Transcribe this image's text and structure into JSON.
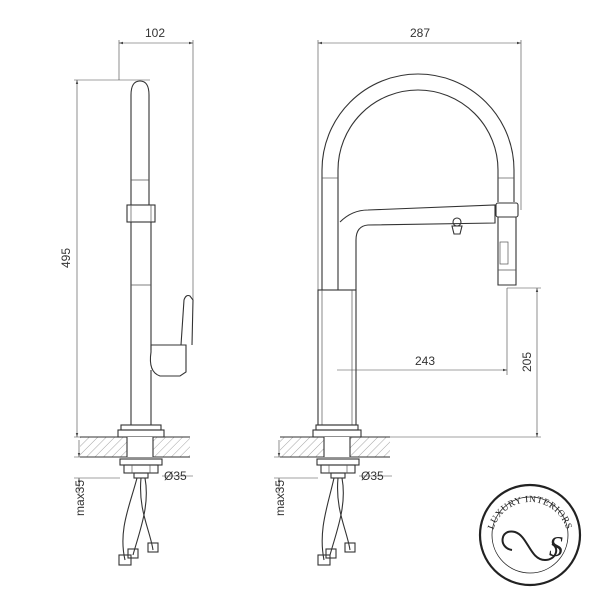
{
  "dimensions": {
    "side_width": "102",
    "side_height": "495",
    "side_hole": "Ø35",
    "side_max": "max35",
    "front_width": "287",
    "front_reach": "243",
    "front_spout_height": "205",
    "front_hole": "Ø35",
    "front_max": "max35"
  },
  "logo": {
    "text": "LUXURY INTERIORS",
    "monogram": "S"
  }
}
